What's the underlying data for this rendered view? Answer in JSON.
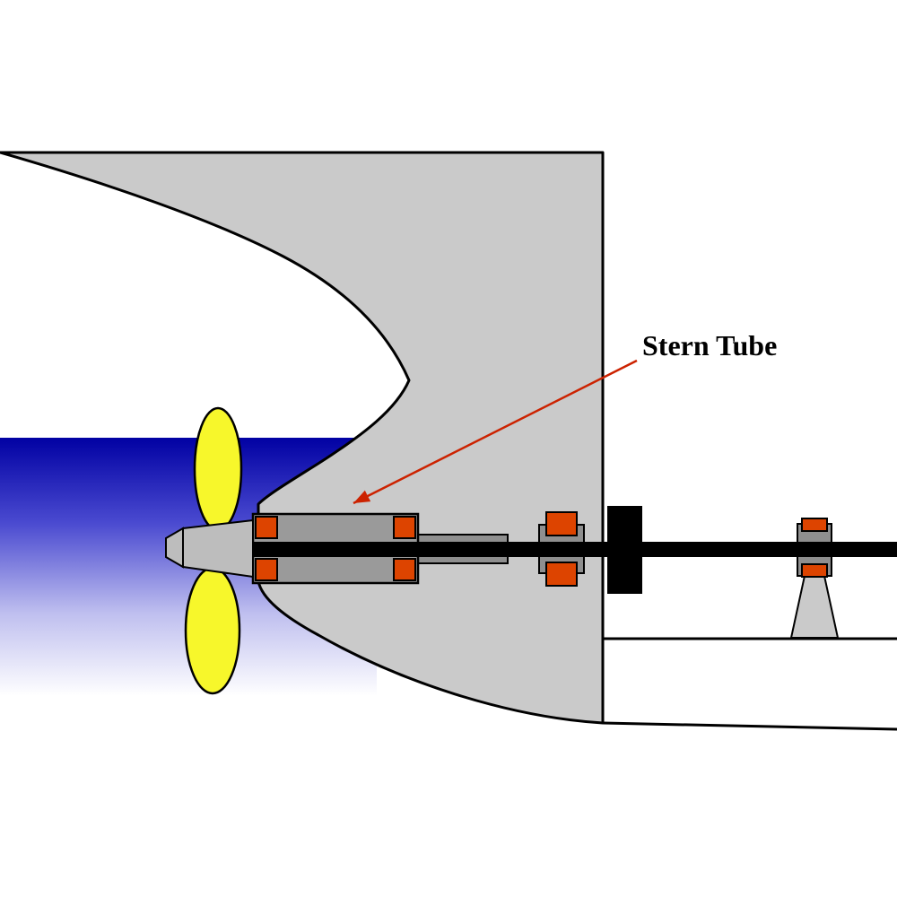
{
  "figure": {
    "type": "diagram",
    "subject": "Ship stern cross-section showing propeller, shaft and stern tube",
    "annotation": {
      "label": "Stern Tube"
    },
    "colors": {
      "background": "#FFFFFF",
      "hull_gray": "#CACACA",
      "outline_black": "#000000",
      "water_top": "#0101A3",
      "water_mid": "#4A4AD0",
      "water_light": "#BFBFEF",
      "water_bottom": "#FFFFFF",
      "propeller_yellow": "#F7F72B",
      "hub_gray": "#BDBDBD",
      "machinery_gray": "#8F8F8F",
      "tube_gray": "#9A9A9A",
      "seal_orange": "#DD4400",
      "shaft_black": "#000000",
      "arrow_red": "#CC2200"
    },
    "parts": [
      {
        "name": "hull-section"
      },
      {
        "name": "water"
      },
      {
        "name": "propeller"
      },
      {
        "name": "propeller-hub"
      },
      {
        "name": "propeller-shaft"
      },
      {
        "name": "stern-tube"
      },
      {
        "name": "stern-tube-seals"
      },
      {
        "name": "shaft-seal-unit"
      },
      {
        "name": "bulkhead-gland"
      },
      {
        "name": "pedestal-bearing"
      },
      {
        "name": "engine-room-floor"
      }
    ]
  }
}
